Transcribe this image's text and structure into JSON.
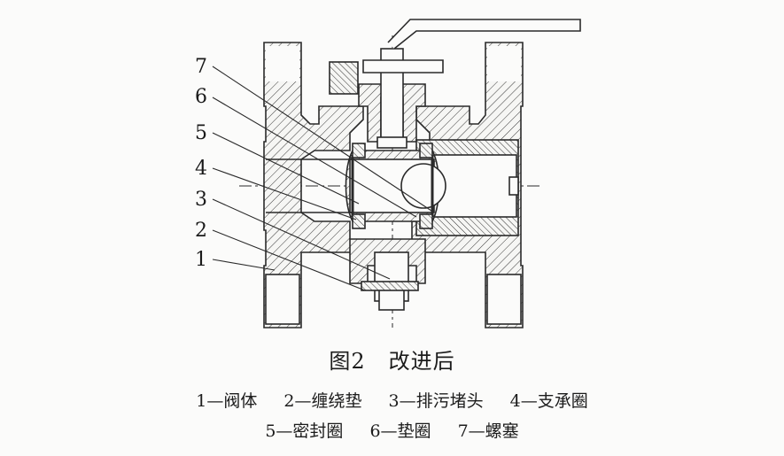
{
  "figure": {
    "caption_number": "图2",
    "caption_title": "改进后"
  },
  "callouts": [
    {
      "num": "7"
    },
    {
      "num": "6"
    },
    {
      "num": "5"
    },
    {
      "num": "4"
    },
    {
      "num": "3"
    },
    {
      "num": "2"
    },
    {
      "num": "1"
    }
  ],
  "legend": {
    "row1": [
      {
        "text": "1—阀体"
      },
      {
        "text": "2—缠绕垫"
      },
      {
        "text": "3—排污堵头"
      },
      {
        "text": "4—支承圈"
      }
    ],
    "row2": [
      {
        "text": "5—密封圈"
      },
      {
        "text": "6—垫圈"
      },
      {
        "text": "7—螺塞"
      }
    ]
  }
}
